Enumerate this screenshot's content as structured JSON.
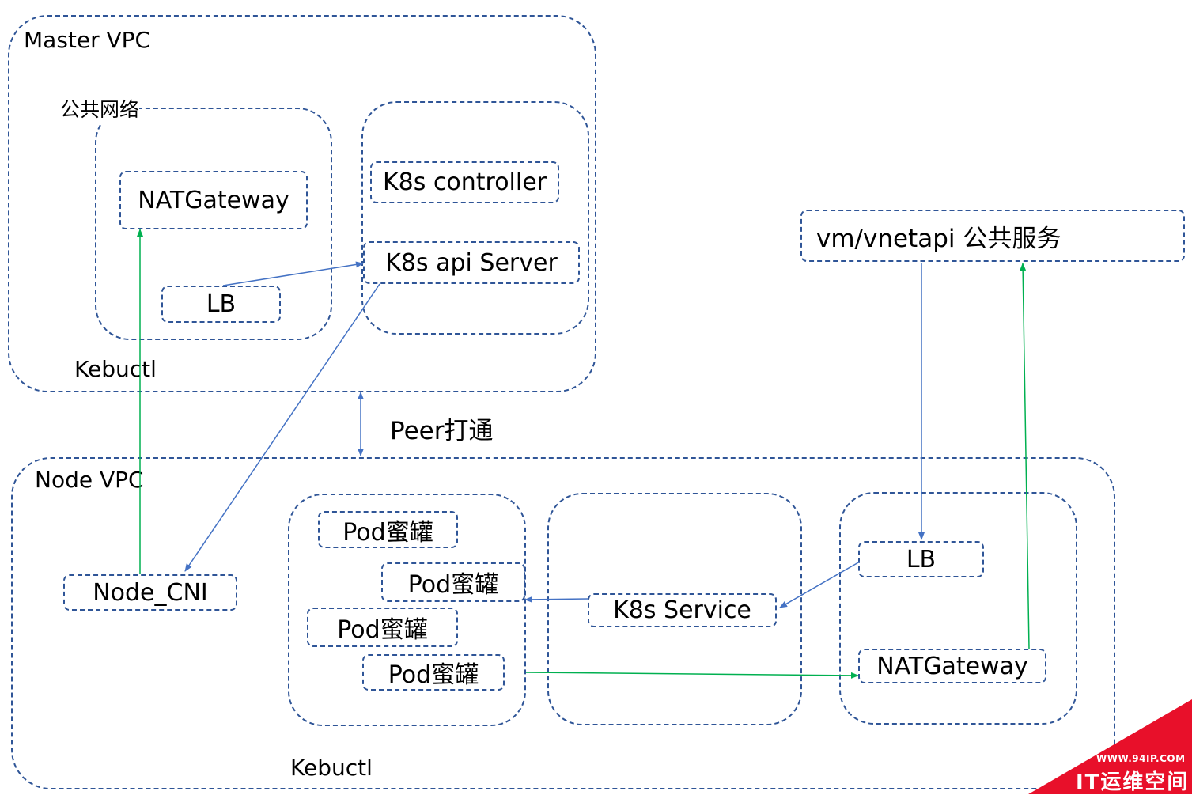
{
  "master_vpc": {
    "title": "Master VPC",
    "public_network_label": "公共网络",
    "natgateway": "NATGateway",
    "lb": "LB",
    "k8s_controller": "K8s controller",
    "k8s_api_server": "K8s api Server",
    "kubectl": "Kebuctl"
  },
  "peer_label": "Peer打通",
  "public_service": {
    "label": "vm/vnetapi 公共服务"
  },
  "node_vpc": {
    "title": "Node VPC",
    "node_cni": "Node_CNI",
    "pods": [
      "Pod蜜罐",
      "Pod蜜罐",
      "Pod蜜罐",
      "Pod蜜罐"
    ],
    "k8s_service": "K8s Service",
    "lb": "LB",
    "natgateway": "NATGateway",
    "kubectl": "Kebuctl"
  },
  "watermark": {
    "url": "WWW.94IP.COM",
    "brand": "IT运维空间"
  },
  "colors": {
    "border": "#2f5597",
    "blue_arrow": "#4472c4",
    "green_arrow": "#00b050",
    "watermark": "#e8102a"
  }
}
